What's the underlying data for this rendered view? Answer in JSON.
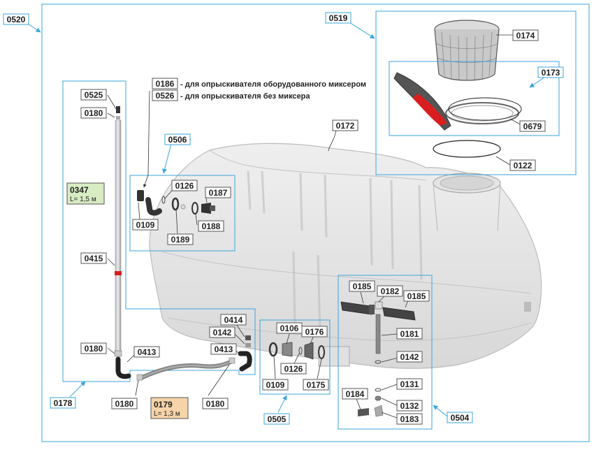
{
  "groups": {
    "g0520": "0520",
    "g0519": "0519",
    "g0173": "0173",
    "g0506": "0506",
    "g0178": "0178",
    "g0505": "0505",
    "g0504": "0504"
  },
  "notes": {
    "n0186": {
      "code": "0186",
      "text": "- для опрыскивателя оборудованного миксером"
    },
    "n0526": {
      "code": "0526",
      "text": "- для опрыскивателя без миксера"
    }
  },
  "parts": {
    "p0174": "0174",
    "p0679": "0679",
    "p0122": "0122",
    "p0172": "0172",
    "p0525": "0525",
    "p0180a": "0180",
    "p0347": "0347",
    "p0347len": "L= 1,5 м",
    "p0415": "0415",
    "p0180b": "0180",
    "p0413a": "0413",
    "p0180c": "0180",
    "p0179": "0179",
    "p0179len": "L= 1,3 м",
    "p0180d": "0180",
    "p0414": "0414",
    "p0142a": "0142",
    "p0413b": "0413",
    "p0126a": "0126",
    "p0187": "0187",
    "p0109a": "0109",
    "p0188": "0188",
    "p0189": "0189",
    "p0106": "0106",
    "p0176": "0176",
    "p0126b": "0126",
    "p0109b": "0109",
    "p0175": "0175",
    "p0185a": "0185",
    "p0182": "0182",
    "p0185b": "0185",
    "p0181": "0181",
    "p0142b": "0142",
    "p0131": "0131",
    "p0184": "0184",
    "p0132": "0132",
    "p0183": "0183"
  },
  "colors": {
    "frame": "#3aa6dd",
    "label_border": "#555555",
    "highlight_green": "#d8ecc4",
    "highlight_orange": "#f6d3a8",
    "accent_red": "#d81e1e"
  }
}
